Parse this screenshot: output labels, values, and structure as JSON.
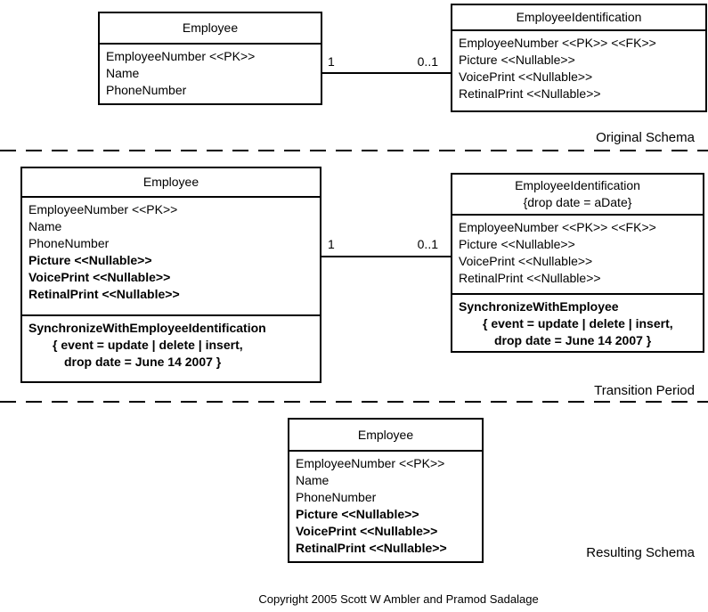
{
  "colors": {
    "ink": "#000000",
    "paper": "#ffffff"
  },
  "sections": {
    "original": {
      "label": "Original Schema",
      "employee": {
        "title": "Employee",
        "attributes": [
          "EmployeeNumber <<PK>>",
          "Name",
          "PhoneNumber"
        ]
      },
      "employee_identification": {
        "title": "EmployeeIdentification",
        "attributes": [
          "EmployeeNumber <<PK>> <<FK>>",
          "Picture <<Nullable>>",
          "VoicePrint <<Nullable>>",
          "RetinalPrint <<Nullable>>"
        ]
      },
      "association": {
        "left_multiplicity": "1",
        "right_multiplicity": "0..1"
      }
    },
    "transition": {
      "label": "Transition Period",
      "employee": {
        "title": "Employee",
        "attributes": [
          "EmployeeNumber <<PK>>",
          "Name",
          "PhoneNumber",
          "Picture <<Nullable>>",
          "VoicePrint <<Nullable>>",
          "RetinalPrint <<Nullable>>"
        ],
        "operations": [
          "SynchronizeWithEmployeeIdentification",
          "{ event = update | delete | insert,",
          "drop date = June 14 2007 }"
        ]
      },
      "employee_identification": {
        "title": "EmployeeIdentification",
        "subtitle": "{drop date = aDate}",
        "attributes": [
          "EmployeeNumber <<PK>> <<FK>>",
          "Picture <<Nullable>>",
          "VoicePrint <<Nullable>>",
          "RetinalPrint <<Nullable>>"
        ],
        "operations": [
          "SynchronizeWithEmployee",
          "{ event = update | delete | insert,",
          "drop date = June 14 2007 }"
        ]
      },
      "association": {
        "left_multiplicity": "1",
        "right_multiplicity": "0..1"
      }
    },
    "resulting": {
      "label": "Resulting Schema",
      "employee": {
        "title": "Employee",
        "attributes": [
          "EmployeeNumber <<PK>>",
          "Name",
          "PhoneNumber",
          "Picture <<Nullable>>",
          "VoicePrint <<Nullable>>",
          "RetinalPrint <<Nullable>>"
        ]
      }
    }
  },
  "footer": {
    "copyright": "Copyright 2005 Scott W Ambler and Pramod Sadalage"
  }
}
